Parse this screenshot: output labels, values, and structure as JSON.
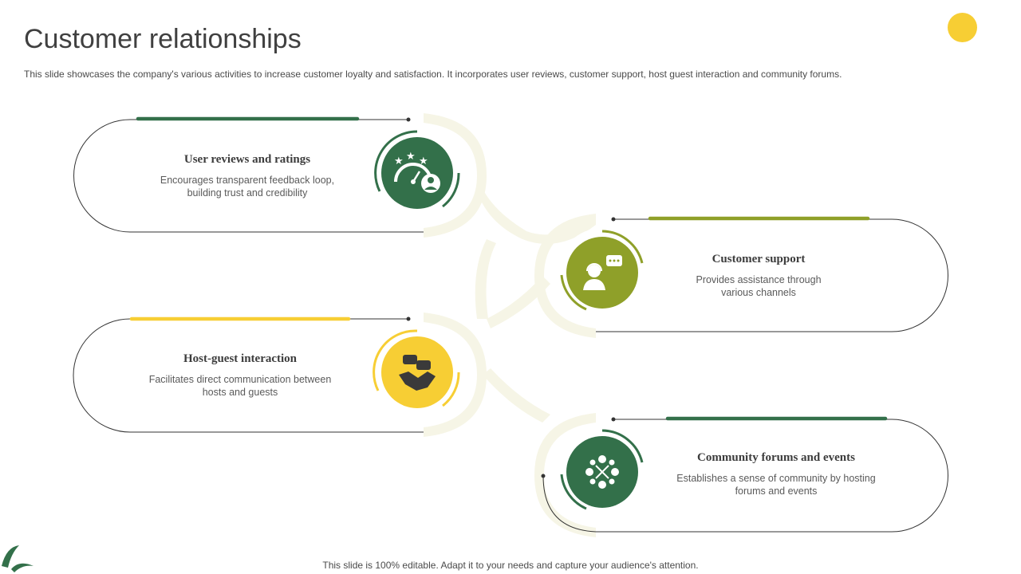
{
  "header": {
    "title": "Customer relationships",
    "subtitle": "This slide showcases the company's various activities to increase customer loyalty and satisfaction. It incorporates user reviews, customer support, host guest interaction and community forums."
  },
  "items": [
    {
      "title": "User reviews and ratings",
      "desc_line1": "Encourages transparent feedback loop,",
      "desc_line2": "building trust and credibility",
      "icon": "rating-gauge-user-icon",
      "color": "#33704a"
    },
    {
      "title": "Customer support",
      "desc_line1": "Provides assistance through",
      "desc_line2": "various channels",
      "icon": "support-agent-icon",
      "color": "#8fa029"
    },
    {
      "title": "Host-guest interaction",
      "desc_line1": "Facilitates direct communication between",
      "desc_line2": "hosts and guests",
      "icon": "handshake-chat-icon",
      "color": "#f7ce34"
    },
    {
      "title": "Community forums and events",
      "desc_line1": "Establishes a sense of community by hosting",
      "desc_line2": "forums and events",
      "icon": "community-network-icon",
      "color": "#33704a"
    }
  ],
  "footer": {
    "text": "This slide is 100% editable. Adapt it to your needs and capture your audience's attention."
  },
  "colors": {
    "dark_green": "#33704a",
    "olive": "#8fa029",
    "yellow": "#f7ce34",
    "connector": "#f6f5e6"
  }
}
